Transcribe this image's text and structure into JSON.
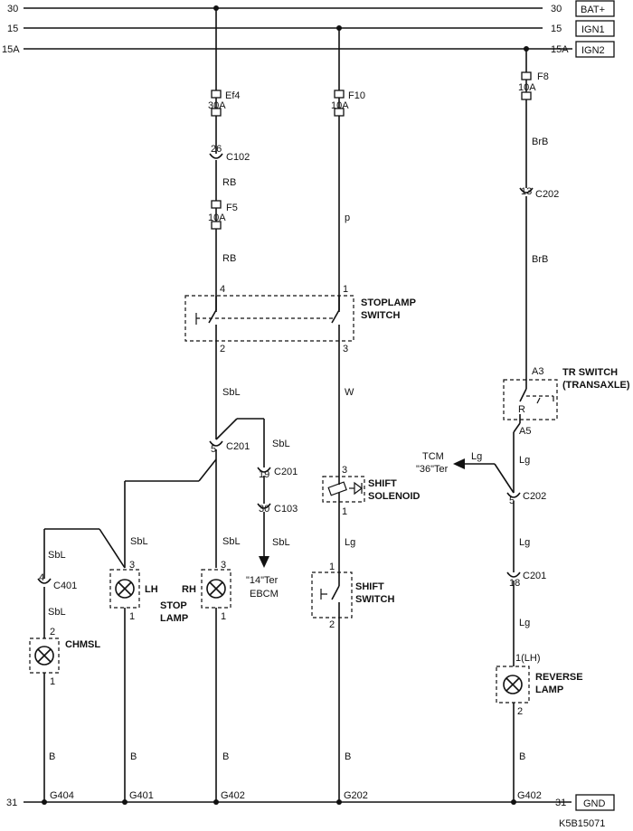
{
  "rails": {
    "r30": {
      "left": "30",
      "right": "30",
      "name": "BAT+"
    },
    "r15": {
      "left": "15",
      "right": "15",
      "name": "IGN1"
    },
    "r15a": {
      "left": "15A",
      "right": "15A",
      "name": "IGN2"
    },
    "gnd": {
      "left": "31",
      "right": "31",
      "name": "GND"
    }
  },
  "fuses": {
    "ef4": {
      "name": "Ef4",
      "rating": "30A"
    },
    "f10": {
      "name": "F10",
      "rating": "10A"
    },
    "f8": {
      "name": "F8",
      "rating": "10A"
    },
    "f5": {
      "name": "F5",
      "rating": "10A"
    }
  },
  "connectors": {
    "c102": {
      "pin": "26",
      "name": "C102"
    },
    "c202_top": {
      "pin": "13",
      "name": "C202"
    },
    "c201_mid": {
      "pin": "5",
      "name": "C201"
    },
    "c201_right": {
      "pin": "19",
      "name": "C201"
    },
    "c103": {
      "pin": "30",
      "name": "C103"
    },
    "c202_mid": {
      "pin": "5",
      "name": "C202"
    },
    "c401": {
      "pin": "4",
      "name": "C401"
    },
    "c201_low": {
      "pin": "18",
      "name": "C201"
    }
  },
  "wires": {
    "rb1": "RB",
    "rb2": "RB",
    "p": "p",
    "brb1": "BrB",
    "brb2": "BrB",
    "sbl_main": "SbL",
    "sbl_right": "SbL",
    "sbl_c103": "SbL",
    "sbl_left": "SbL",
    "sbl_lh": "SbL",
    "sbl_rh": "SbL",
    "sbl_chmsl": "SbL",
    "w": "W",
    "lg_sol": "Lg",
    "lg_tcm": "Lg",
    "lg_tr": "Lg",
    "lg_c202": "Lg",
    "lg_c201": "Lg",
    "b1": "B",
    "b2": "B",
    "b3": "B",
    "b4": "B",
    "b5": "B"
  },
  "pins": {
    "sw4": "4",
    "sw1": "1",
    "sw2": "2",
    "sw3": "3",
    "sol3": "3",
    "sol1": "1",
    "ssw1": "1",
    "ssw2": "2",
    "lh3": "3",
    "lh1": "1",
    "rh3": "3",
    "rh1": "1",
    "ch2": "2",
    "ch1": "1",
    "rev1": "1(LH)",
    "rev2": "2",
    "tr_a3": "A3",
    "tr_a5": "A5",
    "tr_r": "R"
  },
  "components": {
    "stoplamp_switch": [
      "STOPLAMP",
      "SWITCH"
    ],
    "tr_switch": [
      "TR SWITCH",
      "(TRANSAXLE)"
    ],
    "shift_solenoid": [
      "SHIFT",
      "SOLENOID"
    ],
    "shift_switch": [
      "SHIFT",
      "SWITCH"
    ],
    "stop_lamp": [
      "STOP",
      "LAMP"
    ],
    "lh": "LH",
    "rh": "RH",
    "chmsl": "CHMSL",
    "reverse_lamp": [
      "REVERSE",
      "LAMP"
    ]
  },
  "refs": {
    "tcm": [
      "TCM",
      "\"36\"Ter"
    ],
    "ebcm": [
      "\"14\"Ter",
      "EBCM"
    ]
  },
  "grounds": {
    "g404": "G404",
    "g401": "G401",
    "g402a": "G402",
    "g202": "G202",
    "g402b": "G402"
  },
  "diagram_code": "K5B15071"
}
